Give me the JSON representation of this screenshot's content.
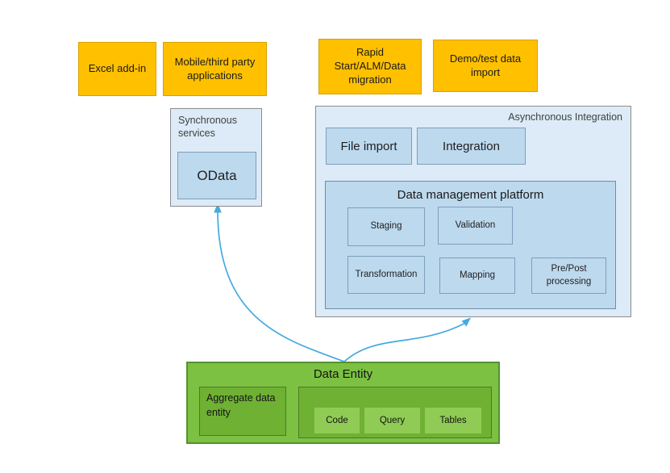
{
  "colors": {
    "orange-fill": "#FFC000",
    "orange-border": "#D6A200",
    "lightblue-fill": "#DCEBF7",
    "midblue-fill": "#BDD9EE",
    "blue-border": "#7F9DBC",
    "dmp-border": "#6D8EA8",
    "gray-border": "#8C8C8C",
    "green-fill": "#7CC142",
    "green-border": "#55912F",
    "darkgreen-fill": "#6FB133",
    "darkgreen-border": "#4C7A28",
    "lightgreen-fill": "#90CC55",
    "arrow": "#45AADF",
    "text-gray": "#3F3F3F"
  },
  "top_boxes": [
    {
      "label": "Excel add-in"
    },
    {
      "label": "Mobile/third party applications"
    },
    {
      "label": "Rapid Start/ALM/Data migration"
    },
    {
      "label": "Demo/test data import"
    }
  ],
  "sync": {
    "title": "Synchronous services",
    "odata_label": "OData"
  },
  "async": {
    "title": "Asynchronous Integration",
    "file_import_label": "File import",
    "integration_label": "Integration",
    "dmp": {
      "title": "Data management platform",
      "items": [
        {
          "label": "Staging"
        },
        {
          "label": "Validation"
        },
        {
          "label": "Transformation"
        },
        {
          "label": "Mapping"
        },
        {
          "label": "Pre/Post processing"
        }
      ]
    }
  },
  "entity": {
    "title": "Data Entity",
    "aggregate_label": "Aggregate data entity",
    "components": [
      {
        "label": "Code"
      },
      {
        "label": "Query"
      },
      {
        "label": "Tables"
      }
    ]
  }
}
